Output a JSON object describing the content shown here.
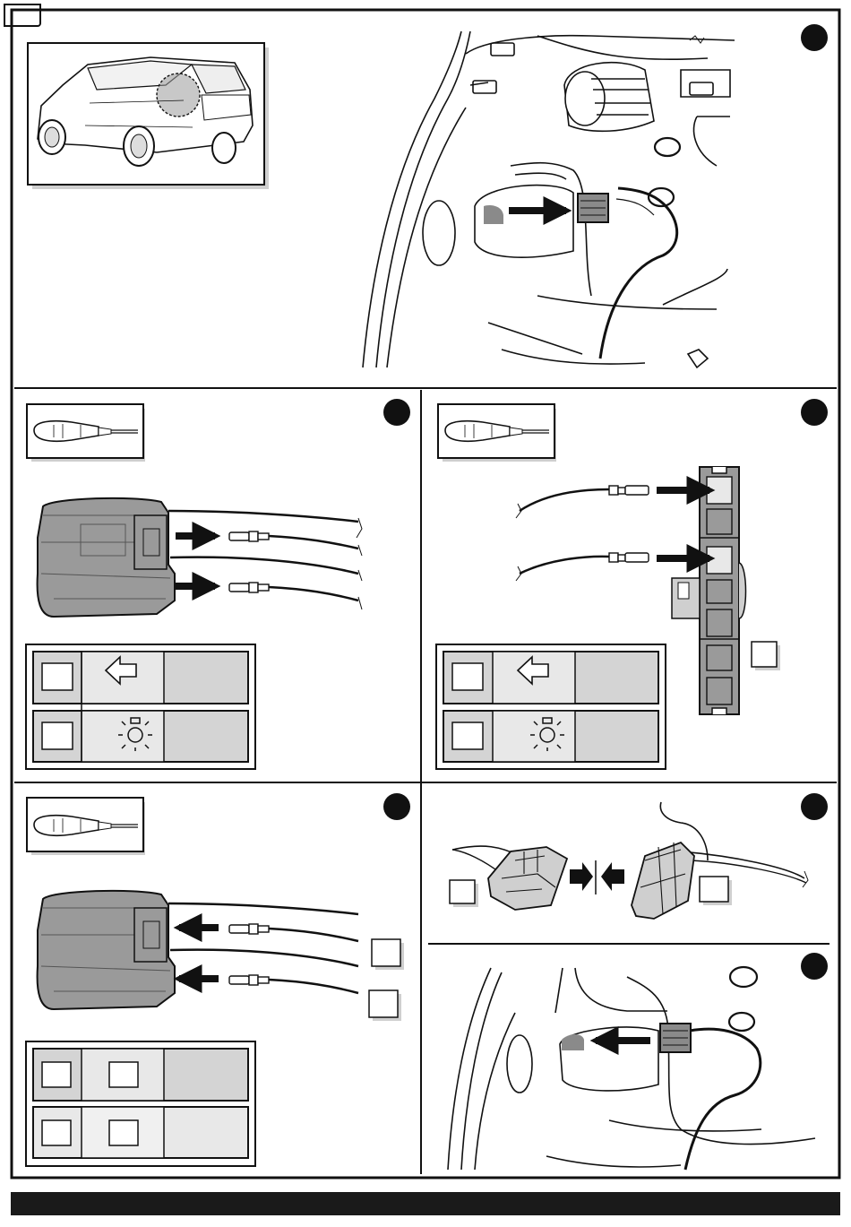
{
  "document": {
    "page_label": "",
    "footer_text": "",
    "colors": {
      "ink": "#111111",
      "panel_fill": "#e3e3e3",
      "cell_fill": "#d4d4d4",
      "connector_fill": "#9a9a9a",
      "arrow_fill": "#111111",
      "footer_bar": "#1a1a1a"
    }
  },
  "panels": [
    {
      "id": "step-1",
      "step_marker": "",
      "illustration": "rear-hatch-interior-connector",
      "icon": "car-rear-hatch-icon"
    },
    {
      "id": "step-2",
      "step_marker": "",
      "illustration": "pins-out-of-connector",
      "tool_icon": "pin-extraction-tool-icon"
    },
    {
      "id": "step-3",
      "step_marker": "",
      "illustration": "pins-into-housing",
      "tool_icon": "pin-extraction-tool-icon"
    },
    {
      "id": "step-4",
      "step_marker": "",
      "illustration": "pins-back-into-connector",
      "tool_icon": "pin-extraction-tool-icon"
    },
    {
      "id": "step-5",
      "step_marker": "",
      "illustration": "connectors-mating"
    },
    {
      "id": "step-6",
      "step_marker": "",
      "illustration": "connector-reinstall"
    }
  ],
  "legend_tables": [
    {
      "panel": "step-2",
      "rows": [
        {
          "icon": "turn-signal-arrow-icon"
        },
        {
          "icon": "light-bulb-icon"
        }
      ]
    },
    {
      "panel": "step-3",
      "rows": [
        {
          "icon": "turn-signal-arrow-icon"
        },
        {
          "icon": "light-bulb-icon"
        }
      ]
    },
    {
      "panel": "step-4",
      "rows": [
        {
          "icon": "label-box-icon"
        },
        {
          "icon": "label-box-icon"
        }
      ]
    }
  ]
}
